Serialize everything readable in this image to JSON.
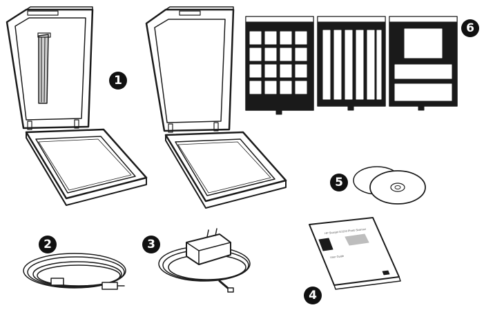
{
  "colors": {
    "ink": "#1a1a1a",
    "glass": "#ffffff",
    "strip_gray": "#cfcfcf",
    "doc_gray": "#bdbdbd",
    "callout_bg": "#111111",
    "callout_fg": "#ffffff"
  },
  "callouts": {
    "scanner_with_strip": "1",
    "usb_cable": "2",
    "power_adapter": "3",
    "user_guide": "4",
    "software_cds": "5",
    "film_holders": "6"
  },
  "guide": {
    "title_line": "HP Scanjet G3110 Photo Scanner",
    "subtitle_line": "User Guide"
  },
  "icons": [
    "scanner-open-lid-icon",
    "usb-cable-icon",
    "power-adapter-icon",
    "user-guide-icon",
    "cd-disc-icon",
    "film-holder-icon"
  ]
}
